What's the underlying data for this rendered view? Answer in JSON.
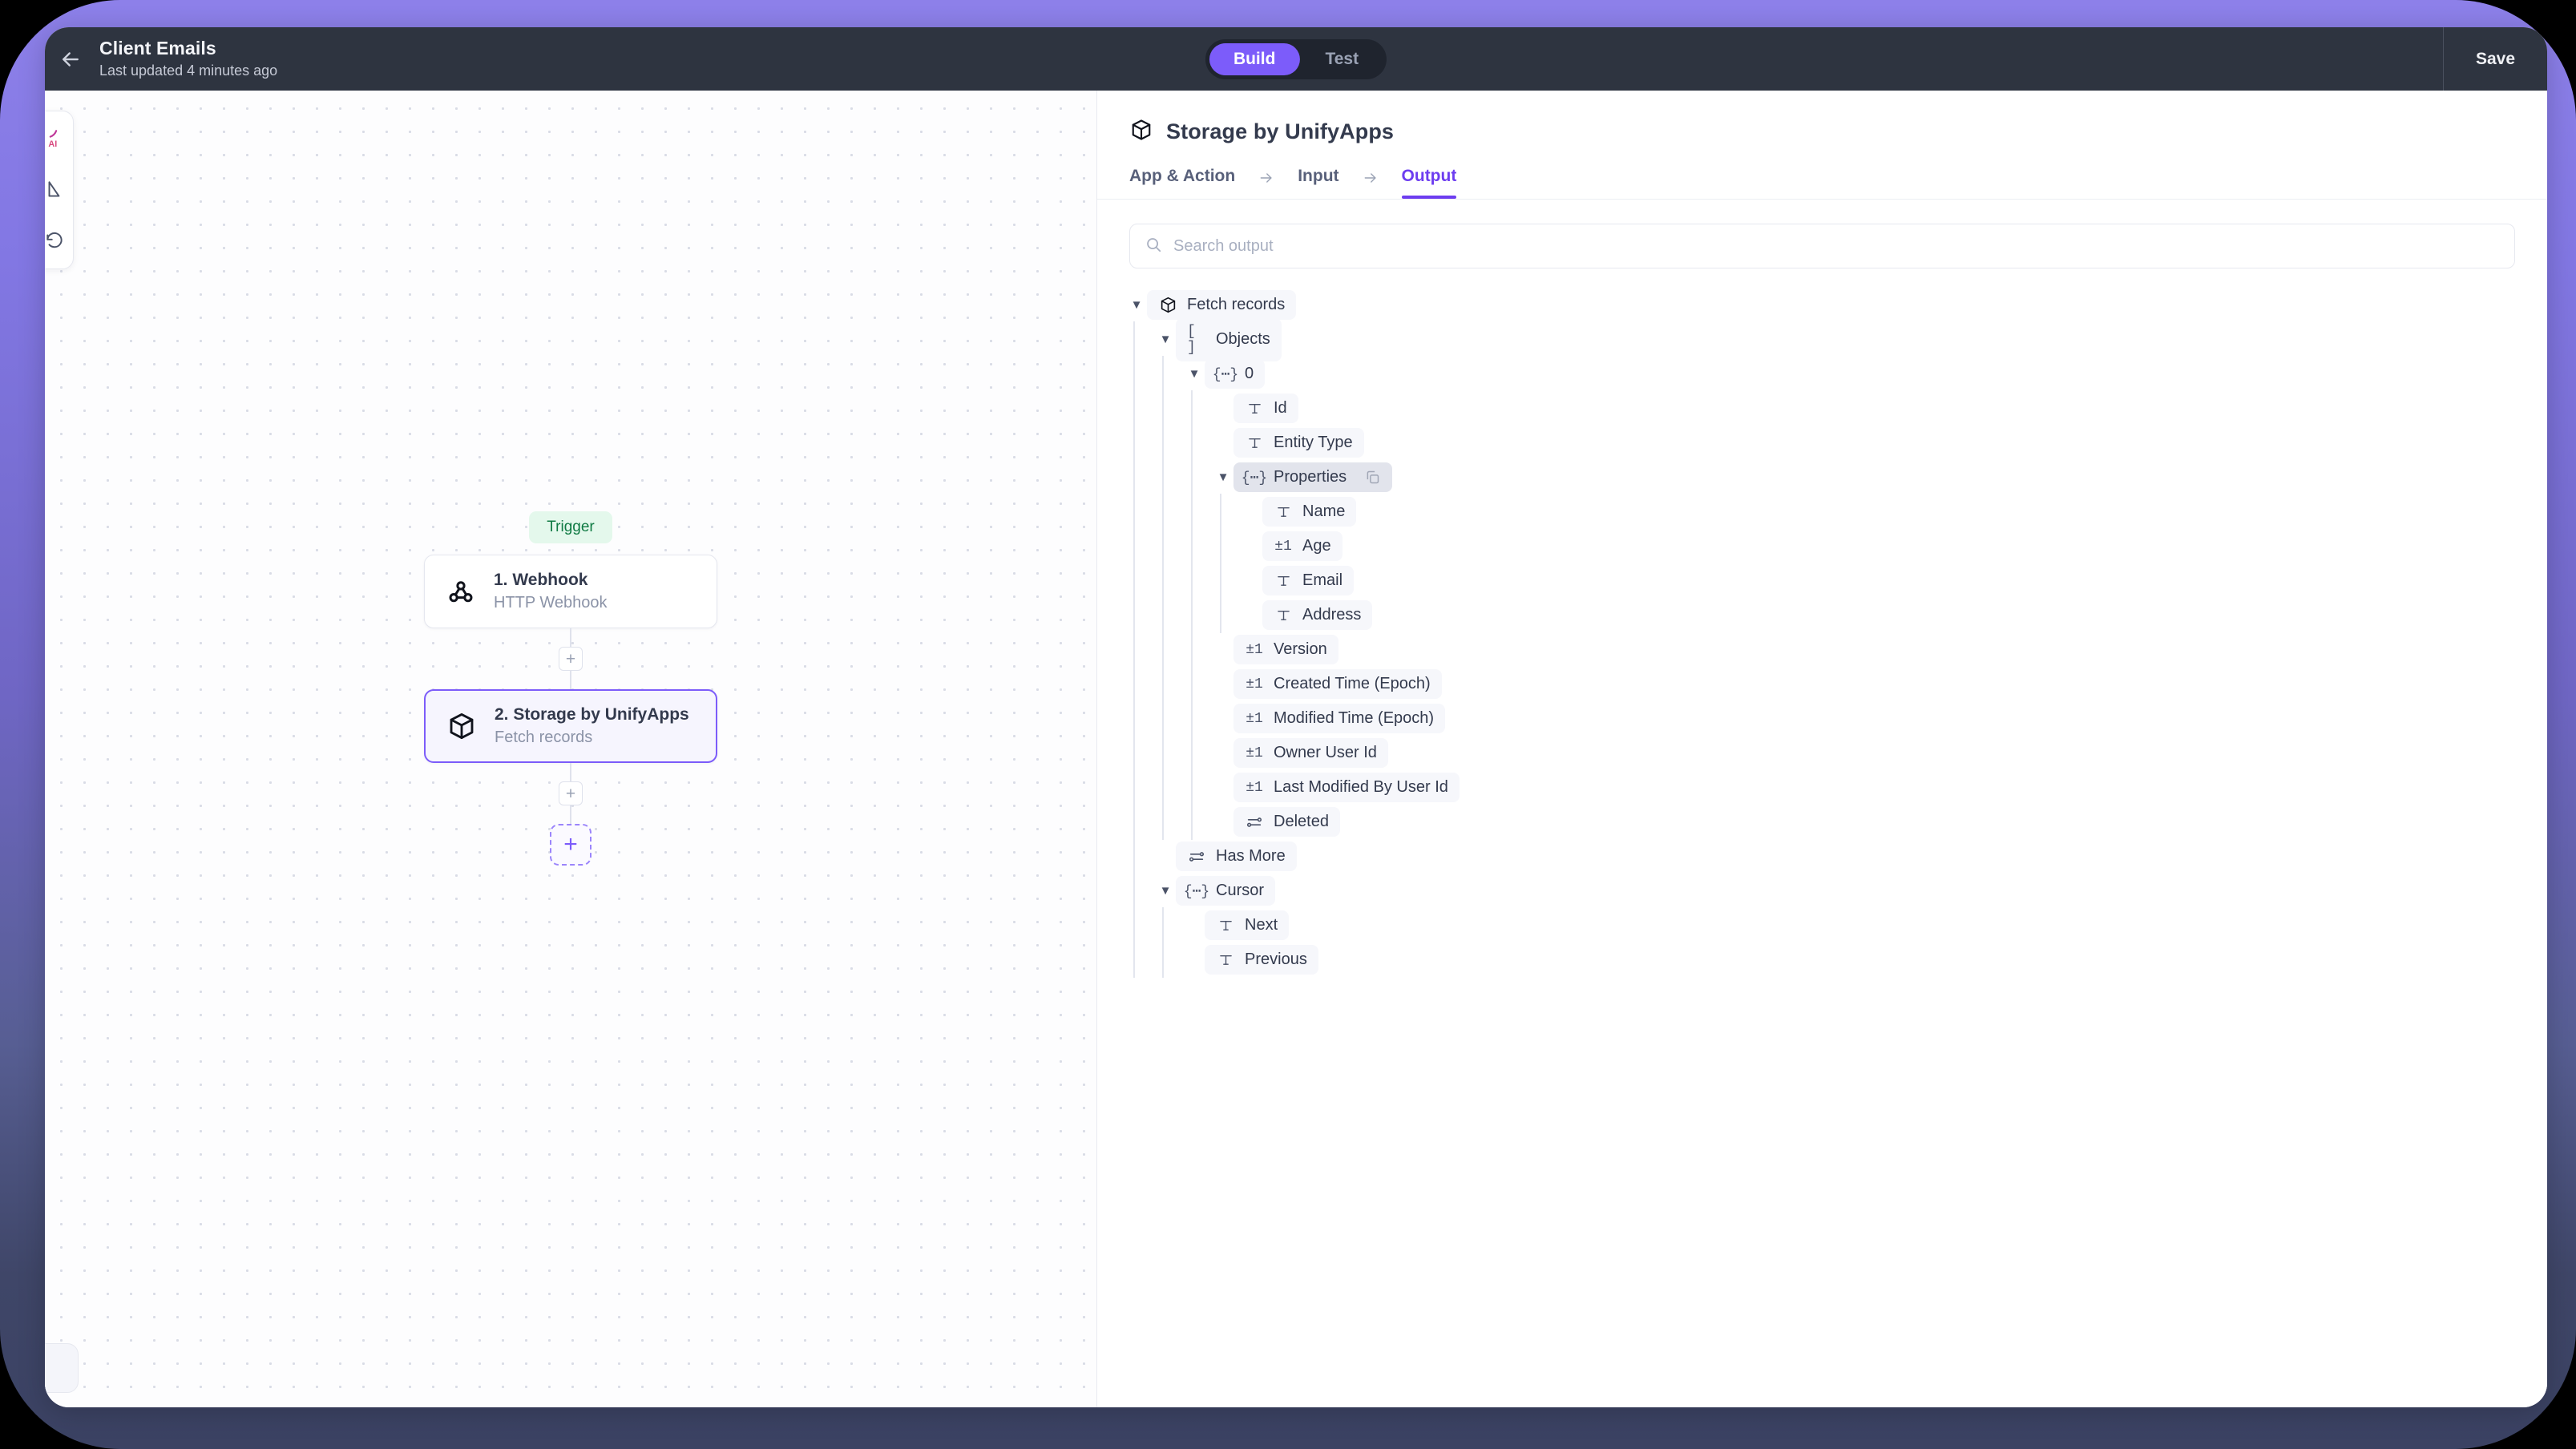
{
  "header": {
    "back_icon": "back-arrow-icon",
    "title": "Client Emails",
    "subtitle": "Last updated 4 minutes ago",
    "modes": [
      {
        "label": "Build",
        "active": true
      },
      {
        "label": "Test",
        "active": false
      }
    ],
    "save_label": "Save"
  },
  "colors": {
    "accent_purple": "#7c5cfa",
    "tab_active_purple": "#6d3df0",
    "topbar_dark": "#2e3440",
    "trigger_green_bg": "#e4f8ec",
    "trigger_green_text": "#0f7a43",
    "page_gradient_top": "#8d80e9",
    "page_gradient_bottom": "#3b4263"
  },
  "canvas": {
    "toolbar": [
      {
        "name": "ai-icon"
      },
      {
        "name": "cursor-icon"
      },
      {
        "name": "history-icon"
      }
    ],
    "zoom_control": "zoom-control",
    "trigger_badge": "Trigger",
    "nodes": [
      {
        "icon": "webhook-icon",
        "title": "1. Webhook",
        "subtitle": "HTTP Webhook",
        "selected": false
      },
      {
        "icon": "box-icon",
        "title": "2. Storage by UnifyApps",
        "subtitle": "Fetch records",
        "selected": true
      }
    ],
    "plus_label": "+",
    "add_step_label": "+"
  },
  "panel": {
    "icon": "box-icon",
    "title": "Storage by UnifyApps",
    "crumbs": [
      {
        "label": "App & Action",
        "active": false
      },
      {
        "label": "Input",
        "active": false
      },
      {
        "label": "Output",
        "active": true
      }
    ],
    "search": {
      "icon": "search-icon",
      "placeholder": "Search output",
      "value": ""
    },
    "tree": [
      {
        "label": "Fetch records",
        "type": "box",
        "depth": 0,
        "caret": "down",
        "hovered": false,
        "copy": false
      },
      {
        "label": "Objects",
        "type": "array",
        "depth": 1,
        "caret": "down",
        "hovered": false,
        "copy": false
      },
      {
        "label": "0",
        "type": "object",
        "depth": 2,
        "caret": "down",
        "hovered": false,
        "copy": false
      },
      {
        "label": "Id",
        "type": "text",
        "depth": 3,
        "caret": "none",
        "hovered": false,
        "copy": false
      },
      {
        "label": "Entity Type",
        "type": "text",
        "depth": 3,
        "caret": "none",
        "hovered": false,
        "copy": false
      },
      {
        "label": "Properties",
        "type": "object",
        "depth": 3,
        "caret": "down",
        "hovered": true,
        "copy": true
      },
      {
        "label": "Name",
        "type": "text",
        "depth": 4,
        "caret": "none",
        "hovered": false,
        "copy": false
      },
      {
        "label": "Age",
        "type": "number",
        "depth": 4,
        "caret": "none",
        "hovered": false,
        "copy": false
      },
      {
        "label": "Email",
        "type": "text",
        "depth": 4,
        "caret": "none",
        "hovered": false,
        "copy": false
      },
      {
        "label": "Address",
        "type": "text",
        "depth": 4,
        "caret": "none",
        "hovered": false,
        "copy": false
      },
      {
        "label": "Version",
        "type": "number",
        "depth": 3,
        "caret": "none",
        "hovered": false,
        "copy": false
      },
      {
        "label": "Created Time (Epoch)",
        "type": "number",
        "depth": 3,
        "caret": "none",
        "hovered": false,
        "copy": false
      },
      {
        "label": "Modified Time (Epoch)",
        "type": "number",
        "depth": 3,
        "caret": "none",
        "hovered": false,
        "copy": false
      },
      {
        "label": "Owner User Id",
        "type": "number",
        "depth": 3,
        "caret": "none",
        "hovered": false,
        "copy": false
      },
      {
        "label": "Last Modified By User Id",
        "type": "number",
        "depth": 3,
        "caret": "none",
        "hovered": false,
        "copy": false
      },
      {
        "label": "Deleted",
        "type": "bool",
        "depth": 3,
        "caret": "none",
        "hovered": false,
        "copy": false
      },
      {
        "label": "Has More",
        "type": "bool",
        "depth": 1,
        "caret": "none",
        "hovered": false,
        "copy": false
      },
      {
        "label": "Cursor",
        "type": "object",
        "depth": 1,
        "caret": "down",
        "hovered": false,
        "copy": false
      },
      {
        "label": "Next",
        "type": "text",
        "depth": 2,
        "caret": "none",
        "hovered": false,
        "copy": false
      },
      {
        "label": "Previous",
        "type": "text",
        "depth": 2,
        "caret": "none",
        "hovered": false,
        "copy": false
      }
    ]
  }
}
